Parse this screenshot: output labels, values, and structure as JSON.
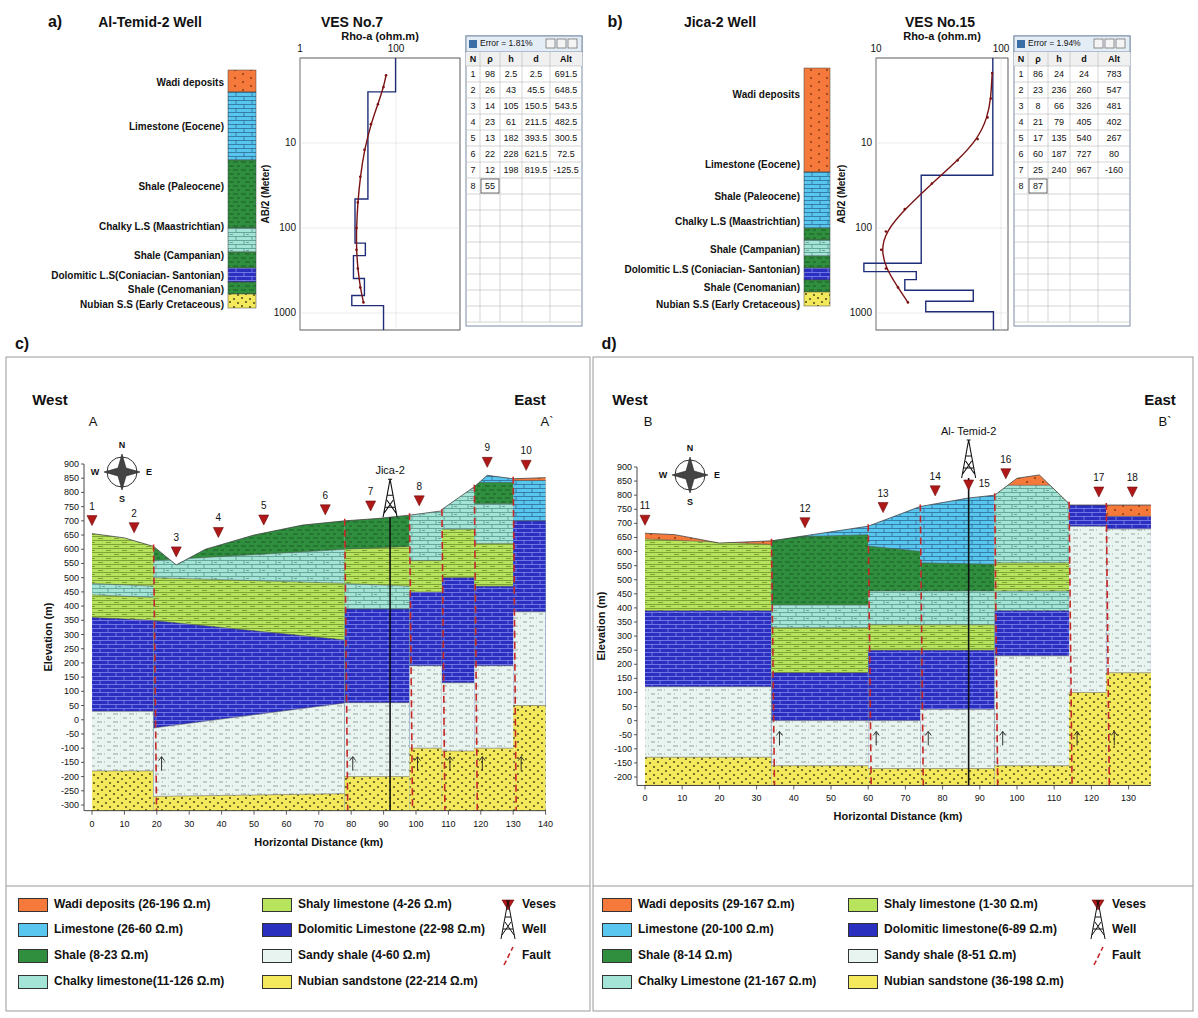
{
  "diagram": {
    "labels": [
      "a)",
      "Al-Temid-2 Well",
      "VES No.7",
      "Rho-a (ohm.m)",
      "1",
      "100",
      "10",
      "100",
      "1000",
      "AB/2 (Meter)",
      "Error = 1.81%",
      "N",
      "ρ",
      "h",
      "d",
      "Alt",
      "1",
      "98",
      "2.5",
      "2.5",
      "691.5",
      "2",
      "26",
      "43",
      "45.5",
      "648.5",
      "3",
      "14",
      "105",
      "150.5",
      "543.5",
      "4",
      "23",
      "61",
      "211.5",
      "482.5",
      "5",
      "13",
      "182",
      "393.5",
      "300.5",
      "6",
      "22",
      "228",
      "621.5",
      "72.5",
      "7",
      "12",
      "198",
      "819.5",
      "-125.5",
      "8",
      "55",
      "Wadi deposits",
      "Limestone (Eocene)",
      "Shale (Paleocene)",
      "Chalky L.S (Maastrichtian)",
      "Shale (Campanian)",
      "Dolomitic L.S(Coniacian- Santonian)",
      "Shale (Cenomanian)",
      "Nubian S.S (Early Cretaceous)",
      "b)",
      "Jica-2 Well",
      "VES No.15",
      "Rho-a (ohm.m)",
      "10",
      "100",
      "10",
      "100",
      "1000",
      "AB/2 (Meter)",
      "Error = 1.94%",
      "N",
      "ρ",
      "h",
      "d",
      "Alt",
      "1",
      "86",
      "24",
      "24",
      "783",
      "2",
      "23",
      "236",
      "260",
      "547",
      "3",
      "8",
      "66",
      "326",
      "481",
      "4",
      "21",
      "79",
      "405",
      "402",
      "5",
      "17",
      "135",
      "540",
      "267",
      "6",
      "60",
      "187",
      "727",
      "80",
      "7",
      "25",
      "240",
      "967",
      "-160",
      "8",
      "87",
      "Wadi deposits",
      "Limestone (Eocene)",
      "Shale (Paleocene)",
      "Chalky L.S (Maastrichtian)",
      "Shale (Campanian)",
      "Dolomitic L.S (Coniacian- Santonian)",
      "Shale (Cenomanian)",
      "Nubian S.S (Early Cretaceous)",
      "c)",
      "West",
      "East",
      "A",
      "A`",
      "N",
      "W",
      "E",
      "S",
      "Jica-2",
      "1",
      "2",
      "3",
      "4",
      "5",
      "6",
      "7",
      "8",
      "9",
      "10",
      "900",
      "850",
      "800",
      "750",
      "700",
      "650",
      "600",
      "550",
      "500",
      "450",
      "400",
      "350",
      "300",
      "250",
      "200",
      "150",
      "100",
      "50",
      "0",
      "-50",
      "-100",
      "-150",
      "-200",
      "-250",
      "-300",
      "0",
      "10",
      "20",
      "30",
      "40",
      "50",
      "60",
      "70",
      "80",
      "90",
      "100",
      "110",
      "120",
      "130",
      "140",
      "Elevation (m)",
      "Horizontal Distance (km)",
      "d)",
      "West",
      "East",
      "B",
      "B`",
      "N",
      "W",
      "E",
      "S",
      "Al- Temid-2",
      "11",
      "12",
      "13",
      "14",
      "15",
      "16",
      "17",
      "18",
      "900",
      "850",
      "800",
      "750",
      "700",
      "650",
      "600",
      "550",
      "500",
      "450",
      "400",
      "350",
      "300",
      "250",
      "200",
      "150",
      "100",
      "50",
      "0",
      "-50",
      "-100",
      "-150",
      "-200",
      "0",
      "10",
      "20",
      "30",
      "40",
      "50",
      "60",
      "70",
      "80",
      "90",
      "100",
      "110",
      "120",
      "130",
      "Elevation (m)",
      "Horizontal Distance (km)"
    ],
    "legend": [
      {
        "text": "Wadi deposits (26-196 Ω.m)",
        "color": "#f4793b"
      },
      {
        "text": "Limestone (26-60 Ω.m)",
        "color": "#58c6ee"
      },
      {
        "text": "Shale (8-23 Ω.m)",
        "color": "#2f8f3e"
      },
      {
        "text": "Chalky limestone(11-126 Ω.m)",
        "color": "#a3e4d6"
      },
      {
        "text": "Shaly limestone (4-26 Ω.m)",
        "color": "#b8e35d"
      },
      {
        "text": "Dolomitic Limestone (22-98 Ω.m)",
        "color": "#2b2fc0"
      },
      {
        "text": "Sandy shale (4-60 Ω.m)",
        "color": "#e8f4f0"
      },
      {
        "text": "Nubian sandstone (22-214 Ω.m)",
        "color": "#f4e85c"
      },
      {
        "text": "Veses"
      },
      {
        "text": "Well"
      },
      {
        "text": "Fault"
      },
      {
        "text": "Wadi deposits (29-167 Ω.m)",
        "color": "#f4793b"
      },
      {
        "text": "Limestone (20-100 Ω.m)",
        "color": "#58c6ee"
      },
      {
        "text": "Shale (8-14 Ω.m)",
        "color": "#2f8f3e"
      },
      {
        "text": "Chalky Limestone (21-167 Ω.m)",
        "color": "#a3e4d6"
      },
      {
        "text": "Shaly limestone (1-30 Ω.m)",
        "color": "#b8e35d"
      },
      {
        "text": "Dolomitic limestone(6-89 Ω.m)",
        "color": "#2b2fc0"
      },
      {
        "text": "Sandy shale (8-51 Ω.m)",
        "color": "#e8f4f0"
      },
      {
        "text": "Nubian sandstone (36-198 Ω.m)",
        "color": "#f4e85c"
      },
      {
        "text": "Veses"
      },
      {
        "text": "Well"
      },
      {
        "text": "Fault"
      }
    ]
  }
}
